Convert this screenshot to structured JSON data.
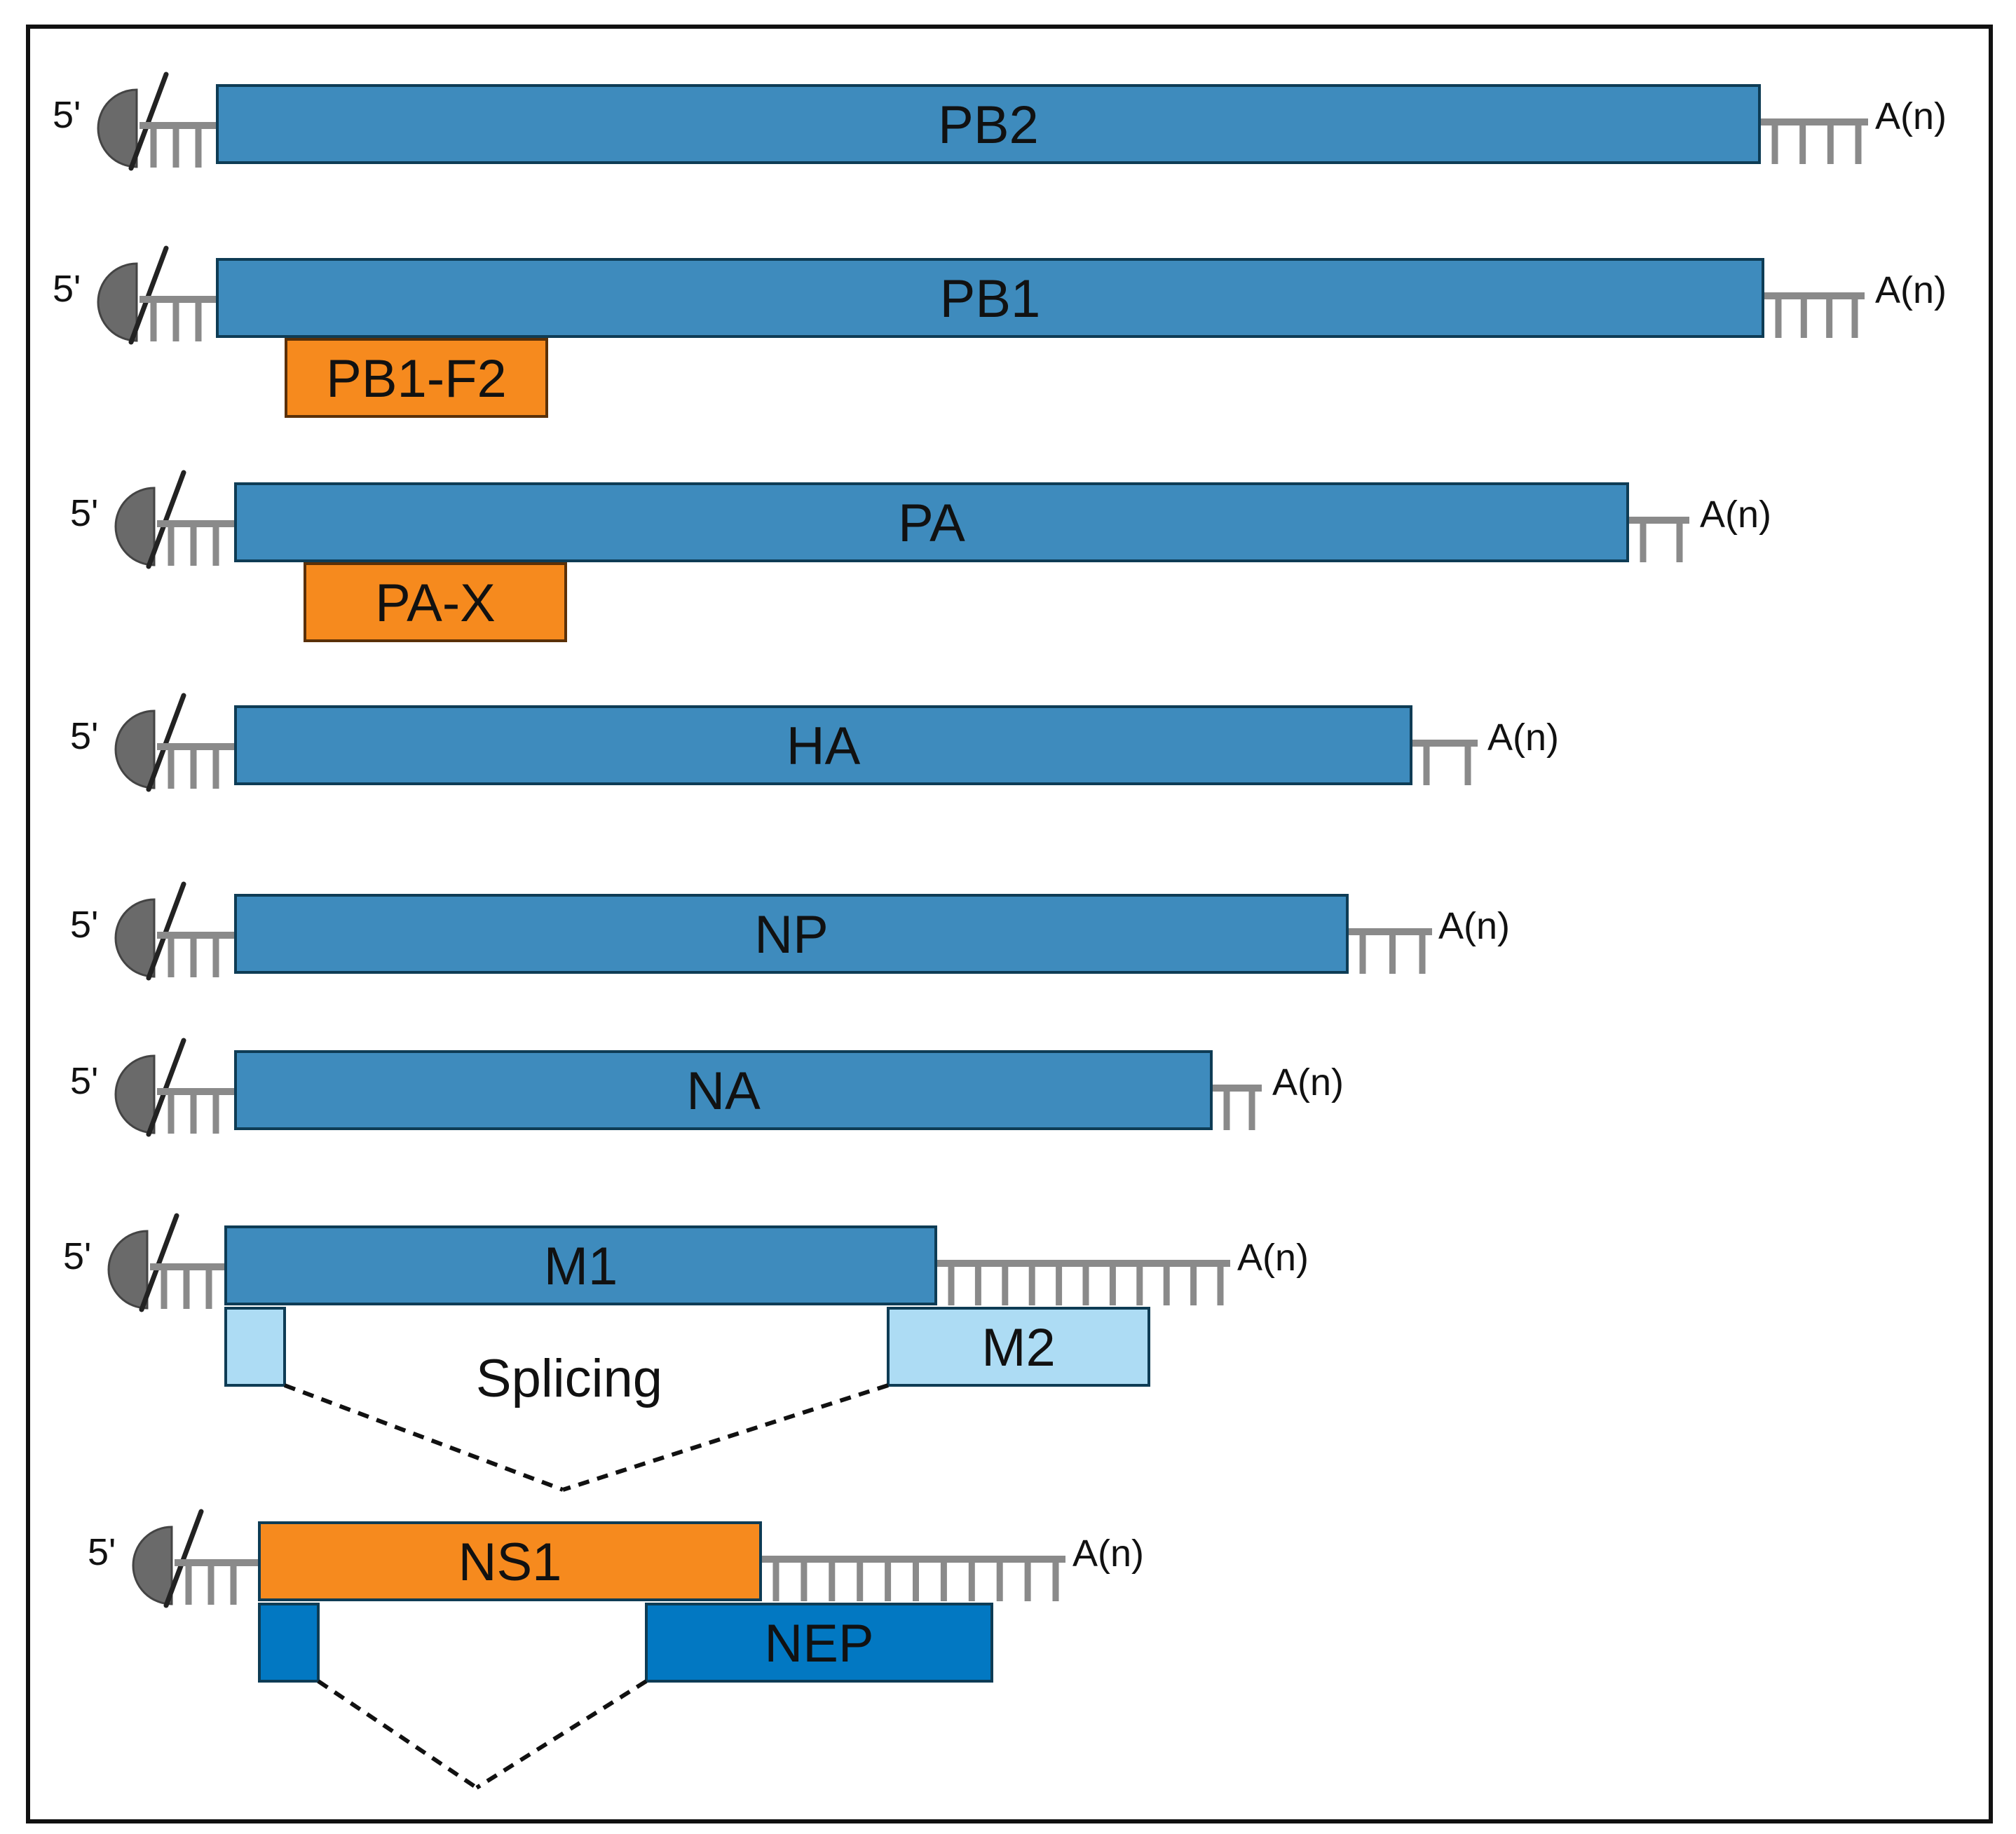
{
  "labels": {
    "five_prime": "5'",
    "poly_a": "A(n)",
    "splicing": "Splicing"
  },
  "colors": {
    "primary": "#3e8bbd",
    "accessory_orange": "#f68a1e",
    "m2_light": "#addcf4",
    "nep_blue": "#0278c2",
    "cap": "#6a6a6a",
    "tail": "#8a8a8a",
    "outline": "#0e3c55",
    "border": "#111111"
  },
  "segments": [
    {
      "name": "PB2"
    },
    {
      "name": "PB1",
      "accessory": "PB1-F2"
    },
    {
      "name": "PA",
      "accessory": "PA-X"
    },
    {
      "name": "HA"
    },
    {
      "name": "NP"
    },
    {
      "name": "NA"
    },
    {
      "name": "M1",
      "spliced": "M2"
    },
    {
      "name": "NS1",
      "spliced": "NEP"
    }
  ]
}
